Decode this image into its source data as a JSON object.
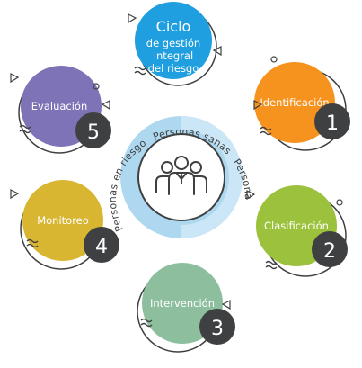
{
  "center": {
    "ring_labels": [
      "Personas sanas",
      "Personas Enfermas",
      "Personas en riesgo"
    ],
    "icon": "people-group-icon"
  },
  "steps": [
    {
      "name": "ciclo",
      "lines": [
        "Ciclo",
        "de gestión",
        "integral",
        "del riesgo"
      ],
      "color": "#1f9fe0",
      "number": ""
    },
    {
      "name": "identificacion",
      "lines": [
        "Identificación"
      ],
      "color": "#f6921e",
      "number": "1"
    },
    {
      "name": "clasificacion",
      "lines": [
        "Clasificación"
      ],
      "color": "#9cc13c",
      "number": "2"
    },
    {
      "name": "intervencion",
      "lines": [
        "Intervención"
      ],
      "color": "#8dbf9f",
      "number": "3"
    },
    {
      "name": "monitoreo",
      "lines": [
        "Monitoreo"
      ],
      "color": "#d9b632",
      "number": "4"
    },
    {
      "name": "evaluacion",
      "lines": [
        "Evaluación"
      ],
      "color": "#7f73b7",
      "number": "5"
    }
  ],
  "colors": {
    "ring_outer": "#aed8f0",
    "ring_inner": "#d7ecf8",
    "number_badge": "#3f4041",
    "outline": "#3f4041"
  }
}
